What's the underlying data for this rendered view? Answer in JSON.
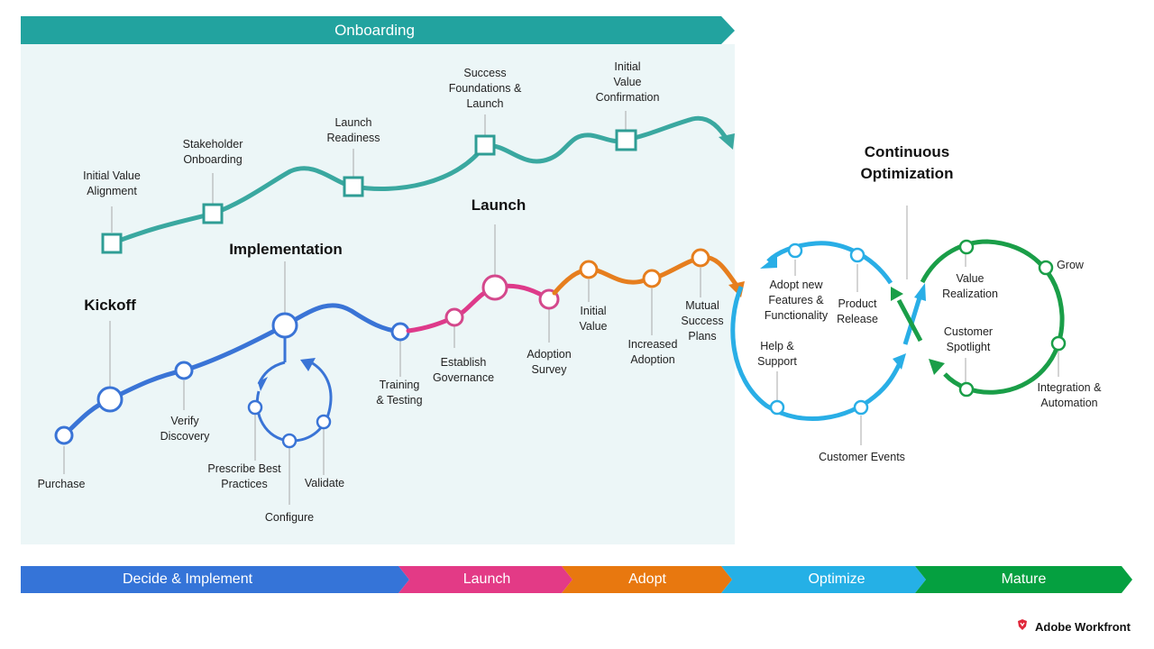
{
  "onboarding_band": {
    "label": "Onboarding",
    "color": "#22a39f"
  },
  "colors": {
    "onboarding_bg": "#ecf6f7",
    "teal": "#3aa8a0",
    "blue": "#3a74d6",
    "magenta": "#de3a8a",
    "orange": "#e67e1e",
    "cyan": "#29aee6",
    "green": "#1a9e48",
    "leader": "#a8a8a8"
  },
  "headings": {
    "kickoff": "Kickoff",
    "implementation": "Implementation",
    "launch": "Launch",
    "continuous_optimization": "Continuous\nOptimization"
  },
  "onboarding_milestones": [
    {
      "label": "Initial Value\nAlignment"
    },
    {
      "label": "Stakeholder\nOnboarding"
    },
    {
      "label": "Launch\nReadiness"
    },
    {
      "label": "Success\nFoundations &\nLaunch"
    },
    {
      "label": "Initial\nValue\nConfirmation"
    }
  ],
  "implementation_milestones": {
    "purchase": "Purchase",
    "verify_discovery": "Verify\nDiscovery",
    "prescribe_best_practices": "Prescribe Best\nPractices",
    "configure": "Configure",
    "validate": "Validate",
    "training_testing": "Training\n& Testing"
  },
  "launch_milestones": {
    "establish_governance": "Establish\nGovernance",
    "adoption_survey": "Adoption\nSurvey"
  },
  "adopt_milestones": {
    "initial_value": "Initial\nValue",
    "increased_adoption": "Increased\nAdoption",
    "mutual_success_plans": "Mutual\nSuccess\nPlans"
  },
  "optimize_milestones": {
    "adopt_new_features": "Adopt new\nFeatures &\nFunctionality",
    "product_release": "Product\nRelease",
    "help_support": "Help &\nSupport",
    "customer_events": "Customer Events"
  },
  "mature_milestones": {
    "value_realization": "Value\nRealization",
    "grow": "Grow",
    "customer_spotlight": "Customer\nSpotlight",
    "integration_automation": "Integration &\nAutomation"
  },
  "phase_bar": [
    {
      "label": "Decide & Implement",
      "color": "#3574d8"
    },
    {
      "label": "Launch",
      "color": "#e33a86"
    },
    {
      "label": "Adopt",
      "color": "#e8780f"
    },
    {
      "label": "Optimize",
      "color": "#25b0e6"
    },
    {
      "label": "Mature",
      "color": "#05a040"
    }
  ],
  "brand": {
    "name": "Adobe Workfront",
    "icon": "workfront-logo-icon",
    "color": "#e0273a"
  }
}
